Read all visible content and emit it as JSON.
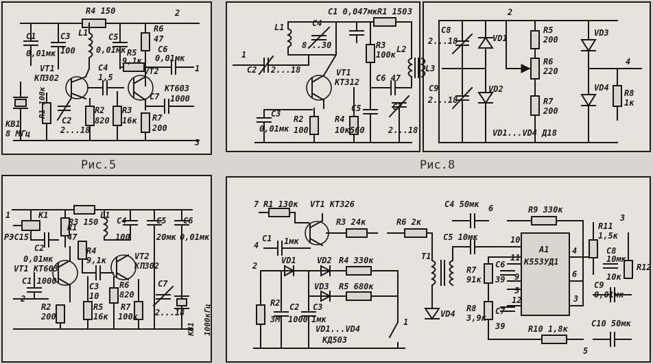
{
  "captions": {
    "fig5": "Рис.5",
    "fig8": "Рис.8"
  },
  "tl": {
    "r4": "R4 150",
    "n2": "2",
    "c1": "C1",
    "c1v": "0,01мк",
    "c3": "C3",
    "c3v": "100",
    "l1": "L1",
    "c5": "C5",
    "c5v": "0,01мк",
    "r6": "R6",
    "r6v": "47",
    "r5": "R5",
    "r5v": "9,1к",
    "c6": "C6",
    "c6v": "0,01мк",
    "n1": "1",
    "vt1": "VT1",
    "vt1t": "КП302",
    "c4": "C4",
    "c4v": "1,5",
    "vt2": "VT2",
    "vt2t": "КТ603",
    "r1": "R1 100к",
    "kb1": "КВ1",
    "kb1v": "8 МГц",
    "c2": "C2",
    "c2v": "2...18",
    "r2": "R2",
    "r2v": "820",
    "r3": "R3",
    "r3v": "16к",
    "c7": "C7",
    "c7v": "1000",
    "r7": "R7",
    "r7v": "200",
    "n3": "3"
  },
  "tr": {
    "c1": "C1 0,047мк",
    "r1": "R1 150",
    "n3": "3",
    "l1": "L1",
    "c4": "C4",
    "c4v": "8...30",
    "n1": "1",
    "c2": "C2",
    "c2v": "2...18",
    "r3": "R3",
    "r3v": "100к",
    "l2": "L2",
    "l3": "L3",
    "vt1": "VT1",
    "vt1t": "КТ312",
    "c6": "C6 47",
    "c3": "C3",
    "c3v": "0,01мк",
    "r2": "R2",
    "r2v": "100",
    "r4": "R4",
    "r4v": "10к",
    "c5": "C5",
    "c5v": "560",
    "c7": "C7",
    "c7v": "2...18",
    "n2": "2",
    "c8": "C8",
    "c8v": "2...18",
    "vd1": "VD1",
    "r5": "R5",
    "r5v": "200",
    "vd3": "VD3",
    "r6": "R6",
    "r6v": "220",
    "n4": "4",
    "c9": "C9",
    "c9v": "2...18",
    "vd2": "VD2",
    "r7": "R7",
    "r7v": "200",
    "vd4": "VD4",
    "r8": "R8",
    "r8v": "1к",
    "vdnote": "VD1...VD4  Д18"
  },
  "bl": {
    "n1": "1",
    "k1": "К1",
    "r3": "R3 150",
    "l1": "L1",
    "c4": "C4",
    "c5": "C5",
    "c6": "C6",
    "r1": "R1",
    "r1v": "47",
    "c4v": "100",
    "c5v": "20мк",
    "c6v": "0,01мк",
    "rzs": "РЭС15",
    "c2": "C2",
    "c2v": "0,01мк",
    "vt1": "VT1 КТ603",
    "r4": "R4",
    "r4v": "9,1к",
    "vt2": "VT2",
    "vt2t": "КП302",
    "c1": "C1 1000",
    "c3": "C3",
    "c3v": "10",
    "r6": "R6",
    "r6v": "820",
    "c7": "C7",
    "n2": "2",
    "r2": "R2",
    "r2v": "200",
    "r5": "R5",
    "r5v": "16к",
    "r7": "R7",
    "r7v": "100к",
    "c7v": "2...18",
    "kb1": "КВ1",
    "kb1v": "1000кГц"
  },
  "br": {
    "n7": "7",
    "r1": "R1 130к",
    "vt1": "VT1 КТ326",
    "c4": "C4 50мк",
    "n6": "6",
    "r9": "R9 330к",
    "n3": "3",
    "r3": "R3 24к",
    "r6": "R6 2к",
    "r11": "R11",
    "r11v": "1,5к",
    "n4": "4",
    "c1": "C1",
    "c1v": "1мк",
    "c5": "C5 10мк",
    "p10": "10",
    "a1": "A1",
    "a1t": "К553УД1",
    "p4": "4",
    "c8": "C8",
    "c8v": "10мк",
    "vd1": "VD1",
    "vd2": "VD2",
    "r4": "R4 330к",
    "t1": "T1",
    "p11": "11",
    "n2": "2",
    "r7": "R7",
    "r7v": "91к",
    "c6": "C6",
    "c6v": "39",
    "p9": "9",
    "p6": "6",
    "r12": "R12",
    "r12v": "10к",
    "vd3": "VD3",
    "r5": "R5 680к",
    "p5": "5",
    "c9": "C9",
    "c9v": "0,01мк",
    "r2": "R2",
    "r2v": "3М",
    "c2": "C2",
    "c2v": "1000",
    "c3": "C3",
    "c3v": "1мк",
    "r8": "R8",
    "r8v": "3,9к",
    "p12": "12",
    "p3": "3",
    "vd4": "VD4",
    "c7": "C7",
    "c7v": "39",
    "r10": "R10 1,8к",
    "c10": "C10 50мк",
    "vdnote": "VD1...VD4",
    "vdtype": "КД503",
    "n5": "5",
    "sw1": "1"
  }
}
